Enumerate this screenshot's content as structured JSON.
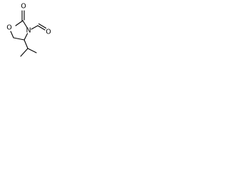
{
  "molecule": {
    "atoms": {
      "ring_oxygen": "O",
      "carbonyl_oxygen": "O",
      "ring_nitrogen": "N",
      "aldehyde_oxygen": "O"
    },
    "colors": {
      "bond": "#000000",
      "label": "#000000",
      "background": "#ffffff"
    }
  }
}
